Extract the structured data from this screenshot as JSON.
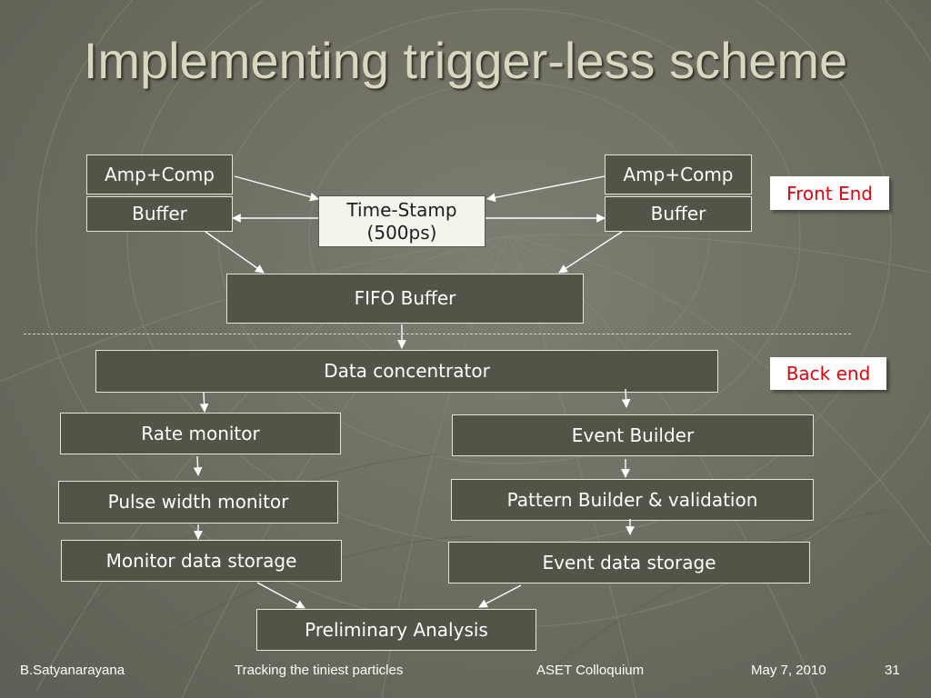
{
  "slide": {
    "title": "Implementing trigger-less scheme"
  },
  "diagram": {
    "front_end": {
      "amp_left": "Amp+Comp",
      "buffer_left": "Buffer",
      "timestamp": "Time-Stamp (500ps)",
      "amp_right": "Amp+Comp",
      "buffer_right": "Buffer",
      "fifo": "FIFO Buffer",
      "tag": "Front End"
    },
    "back_end": {
      "concentrator": "Data concentrator",
      "tag": "Back end",
      "rate_monitor": "Rate monitor",
      "pulse_width_monitor": "Pulse width monitor",
      "monitor_storage": "Monitor data storage",
      "event_builder": "Event Builder",
      "pattern_builder": "Pattern Builder & validation",
      "event_storage": "Event data storage",
      "preliminary_analysis": "Preliminary Analysis"
    }
  },
  "footer": {
    "author": "B.Satyanarayana",
    "talk": "Tracking the tiniest particles",
    "event": "ASET Colloquium",
    "date": "May 7, 2010",
    "page": "31"
  },
  "colors": {
    "box_fill": "#535347",
    "box_light_fill": "#f4f4ec",
    "tag_text": "#e8000a",
    "title_text": "#d9d7bf",
    "background": "#6f6f63"
  }
}
